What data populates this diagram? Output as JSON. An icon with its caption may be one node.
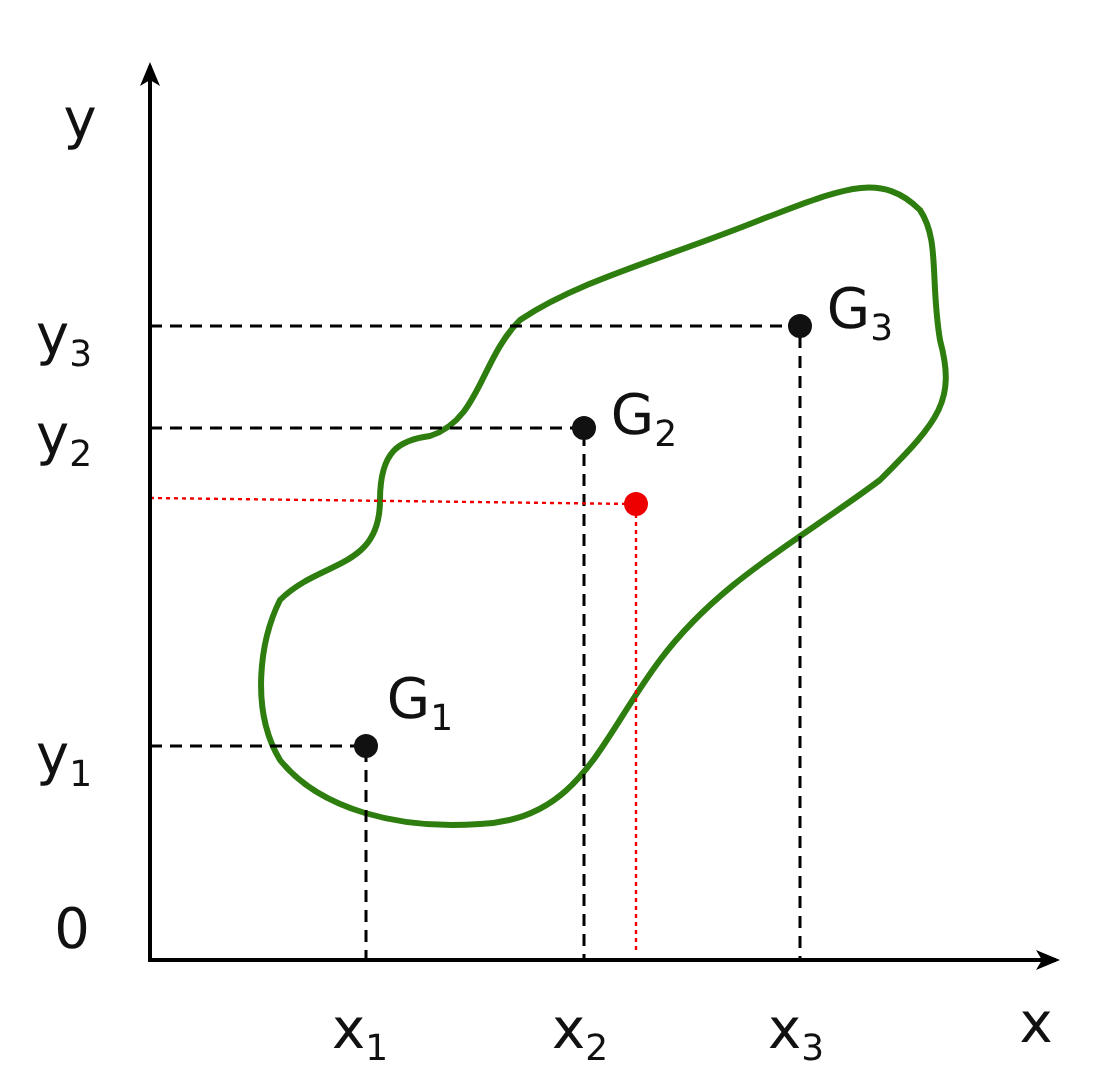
{
  "diagram": {
    "labels": [
      "y",
      "y$_{3}$",
      "G$_{3}$",
      "y$_{2}$",
      "G$_{2}$",
      "y$_{1}$",
      "G$_{1}$",
      "0",
      "x$_{1}$",
      "x$_{2}$",
      "x$_{3}$",
      "x"
    ]
  }
}
